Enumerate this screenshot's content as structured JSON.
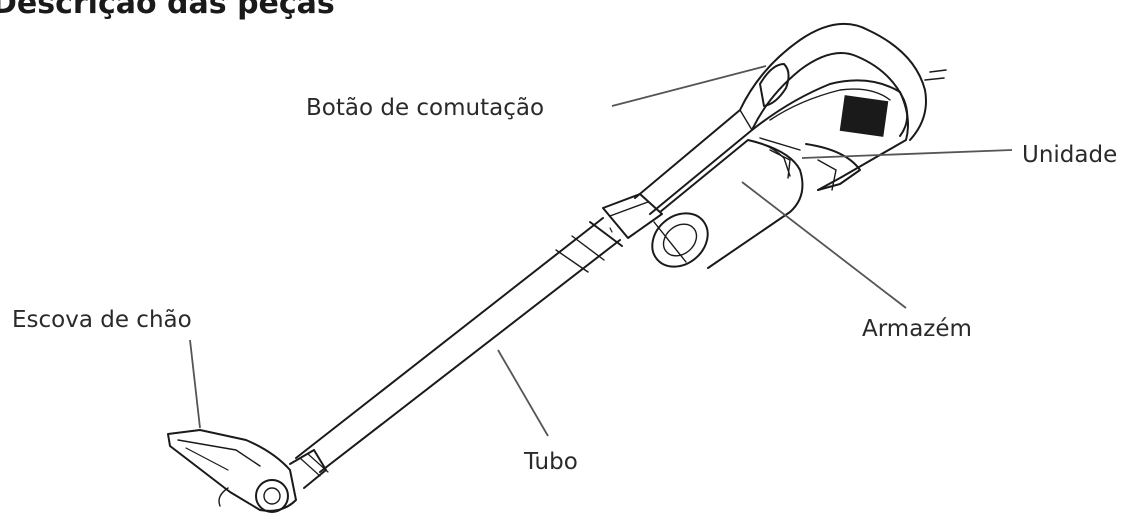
{
  "title": "Descrição das peças",
  "parts": {
    "switch_button": "Botão de comutação",
    "unit": "Unidade",
    "storage": "Armazém",
    "floor_brush": "Escova de chão",
    "tube": "Tubo"
  },
  "colors": {
    "outline": "#1a1a1a",
    "leader_line": "#555555",
    "text": "#2a2a2a"
  }
}
